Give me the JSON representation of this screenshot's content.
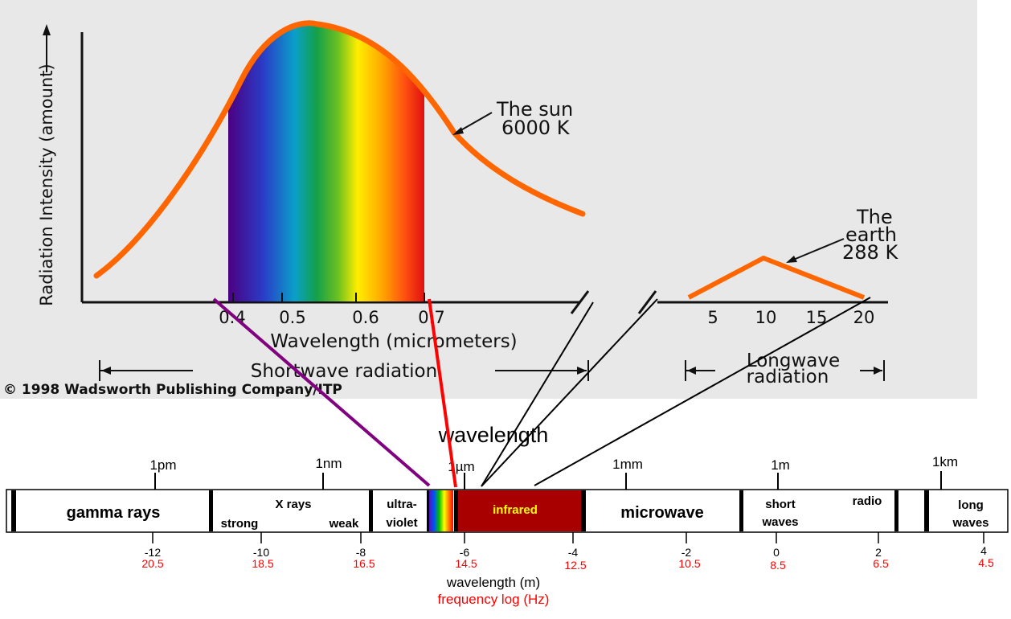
{
  "colors": {
    "sun_curve": "#ff6600",
    "earth_curve": "#ff6600",
    "visible_link": "#ff0000",
    "violet_link": "#800080",
    "infrared_band": "#a80000",
    "infrared_text": "#ffff00",
    "frequency_text": "#ff0000"
  },
  "chart": {
    "ylabel": "Radiation Intensity (amount)",
    "xlabel": "Wavelength (micrometers)",
    "sun_label_1": "The sun",
    "sun_label_2": "6000 K",
    "earth_label_1": "The",
    "earth_label_2": "earth",
    "earth_label_3": "288 K",
    "shortwave": "Shortwave radiation",
    "longwave_1": "Longwave",
    "longwave_2": "radiation",
    "copyright": "© 1998 Wadsworth Publishing Company/ITP",
    "visible_ticks": [
      "0.4",
      "0.5",
      "0.6",
      "0.7"
    ],
    "long_ticks": [
      "5",
      "10",
      "15",
      "20"
    ]
  },
  "chart_data": {
    "type": "line",
    "title": "",
    "xlabel": "Wavelength (micrometers)",
    "ylabel": "Radiation Intensity (amount)",
    "series": [
      {
        "name": "The sun 6000 K",
        "x": [
          0.3,
          0.4,
          0.5,
          0.6,
          0.7,
          0.8,
          0.9
        ],
        "y": [
          0.1,
          0.75,
          1.0,
          0.85,
          0.65,
          0.45,
          0.3
        ]
      },
      {
        "name": "The earth 288 K",
        "x": [
          5,
          10,
          15,
          20
        ],
        "y": [
          0.02,
          0.15,
          0.06,
          0.0
        ]
      }
    ],
    "highlight_range": [
      0.4,
      0.7
    ],
    "grid": false
  },
  "spectrum": {
    "title": "wavelength",
    "wavelength_markers": [
      "1pm",
      "1nm",
      "1µm",
      "1mm",
      "1m",
      "1km"
    ],
    "bands": {
      "gamma": "gamma rays",
      "xrays": "X rays",
      "strong": "strong",
      "weak": "weak",
      "ultraviolet_1": "ultra-",
      "ultraviolet_2": "violet",
      "infrared": "infrared",
      "microwave": "microwave",
      "short_1": "short",
      "short_2": "waves",
      "radio": "radio",
      "long_1": "long",
      "long_2": "waves"
    },
    "wavelength_exponents": [
      "-12",
      "-10",
      "-8",
      "-6",
      "-4",
      "-2",
      "0",
      "2",
      "4"
    ],
    "frequency_logs": [
      "20.5",
      "18.5",
      "16.5",
      "14.5",
      "12.5",
      "10.5",
      "8.5",
      "6.5",
      "4.5"
    ],
    "wavelength_axis_label": "wavelength (m)",
    "frequency_axis_label": "frequency log (Hz)"
  }
}
